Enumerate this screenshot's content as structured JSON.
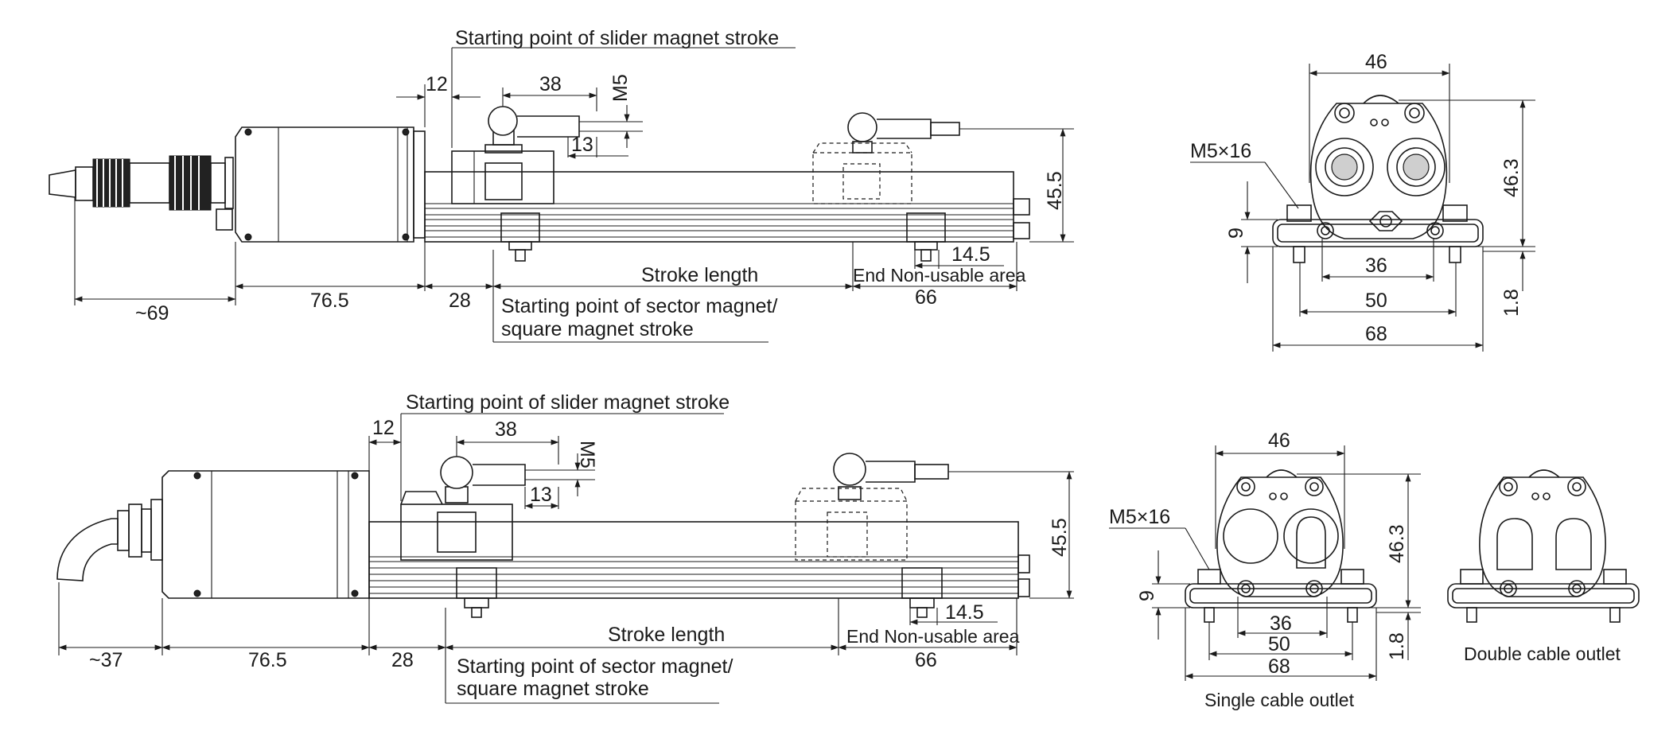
{
  "colors": {
    "line": "#1a1a1a",
    "background": "#ffffff"
  },
  "top_view": {
    "slider_start_label": "Starting point of slider magnet stroke",
    "sector_start_label_1": "Starting point of sector magnet/",
    "sector_start_label_2": "square magnet stroke",
    "stroke_length_label": "Stroke length",
    "end_area_label": "End Non-usable area",
    "dim_12": "12",
    "dim_38": "38",
    "dim_m5": "M5",
    "dim_13": "13",
    "dim_45_5": "45.5",
    "dim_14_5": "14.5",
    "dim_cable": "~69",
    "dim_76_5": "76.5",
    "dim_28": "28",
    "dim_66": "66"
  },
  "bottom_view": {
    "slider_start_label": "Starting point of slider magnet stroke",
    "sector_start_label_1": "Starting point of sector magnet/",
    "sector_start_label_2": "square magnet stroke",
    "stroke_length_label": "Stroke length",
    "end_area_label": "End Non-usable area",
    "dim_12": "12",
    "dim_38": "38",
    "dim_m5": "M5",
    "dim_13": "13",
    "dim_45_5": "45.5",
    "dim_14_5": "14.5",
    "dim_cable": "~37",
    "dim_76_5": "76.5",
    "dim_28": "28",
    "dim_66": "66"
  },
  "end_view_top": {
    "screw_label": "M5×16",
    "dim_46": "46",
    "dim_46_3": "46.3",
    "dim_9": "9",
    "dim_36": "36",
    "dim_50": "50",
    "dim_68": "68",
    "dim_1_8": "1.8"
  },
  "end_view_bottom": {
    "screw_label": "M5×16",
    "dim_46": "46",
    "dim_46_3": "46.3",
    "dim_9": "9",
    "dim_36": "36",
    "dim_50": "50",
    "dim_68": "68",
    "dim_1_8": "1.8",
    "caption_single": "Single cable outlet",
    "caption_double": "Double cable outlet"
  }
}
